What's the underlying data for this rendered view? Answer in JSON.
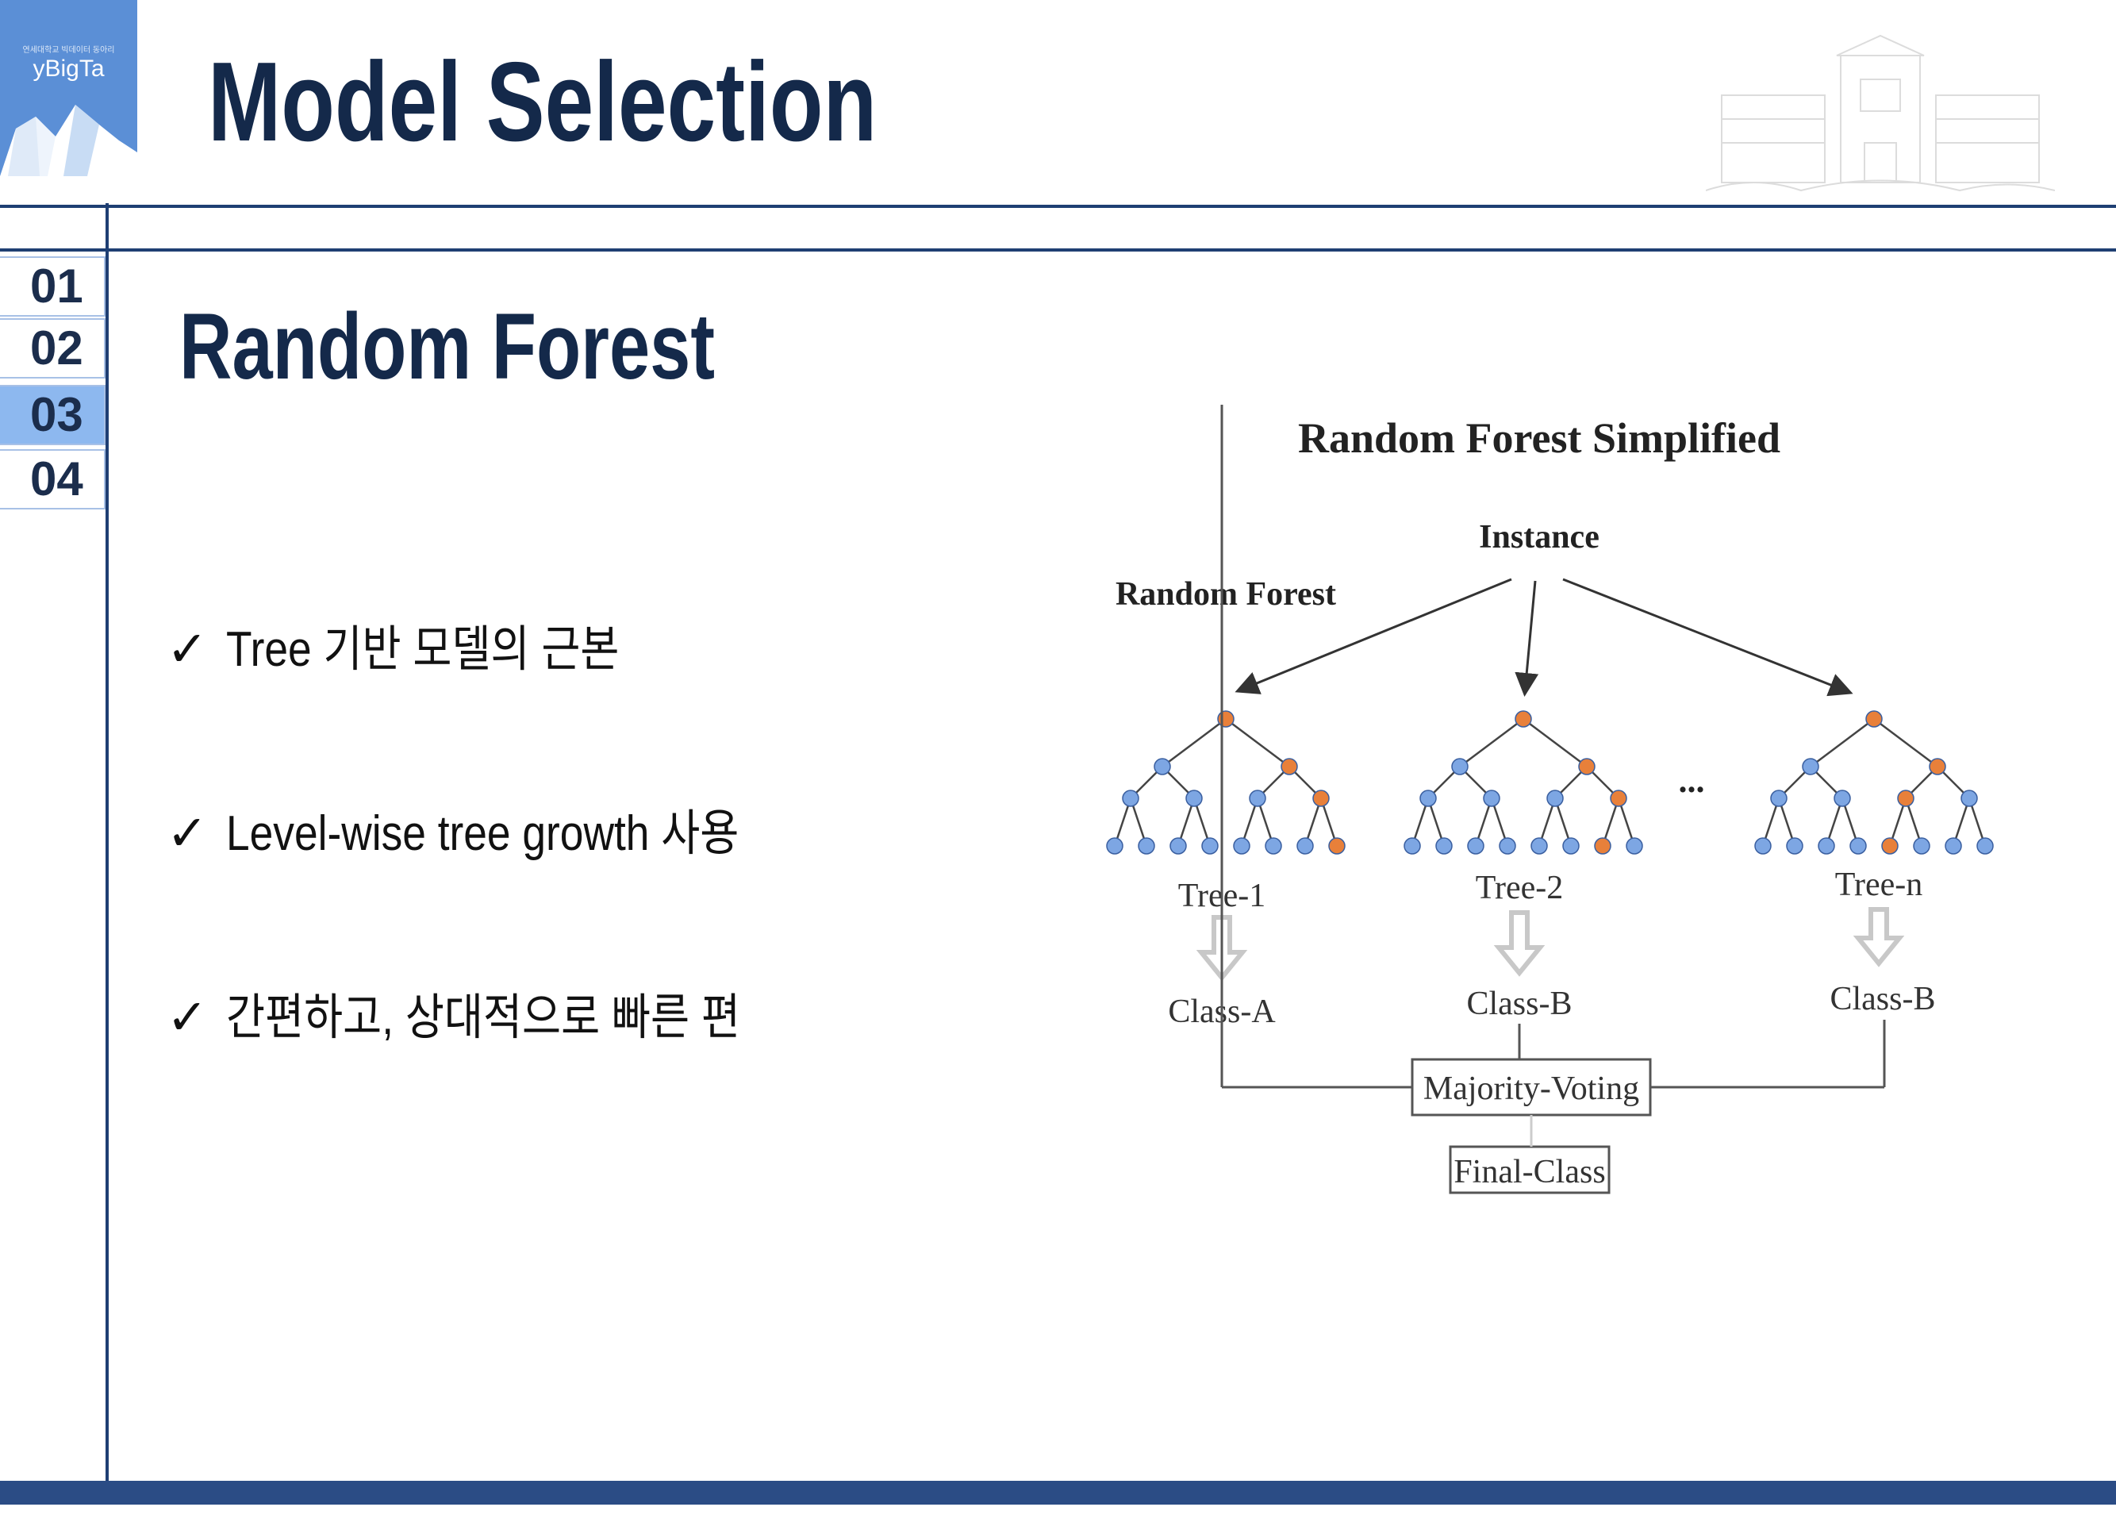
{
  "logo": {
    "small_text": "연세대학교 빅데이터 동아리",
    "name": "yBigTa"
  },
  "header": {
    "title": "Model Selection"
  },
  "sections": [
    {
      "number": "01",
      "active": false
    },
    {
      "number": "02",
      "active": false
    },
    {
      "number": "03",
      "active": true
    },
    {
      "number": "04",
      "active": false
    }
  ],
  "main": {
    "subtitle": "Random Forest",
    "bullets": [
      {
        "check": "✓",
        "text": "Tree 기반 모델의 근본"
      },
      {
        "check": "✓",
        "text": "Level-wise tree growth 사용"
      },
      {
        "check": "✓",
        "text": "간편하고, 상대적으로 빠른 편"
      }
    ]
  },
  "diagram": {
    "title": "Random Forest Simplified",
    "instance_label": "Instance",
    "forest_label": "Random Forest",
    "ellipsis": "...",
    "trees": [
      {
        "label": "Tree-1",
        "class_label": "Class-A"
      },
      {
        "label": "Tree-2",
        "class_label": "Class-B"
      },
      {
        "label": "Tree-n",
        "class_label": "Class-B"
      }
    ],
    "voting_label": "Majority-Voting",
    "final_label": "Final-Class",
    "colors": {
      "node_blue": "#7da6e3",
      "node_orange": "#e8803a",
      "line": "#333333",
      "arrow_gray": "#c8c8c8"
    }
  }
}
